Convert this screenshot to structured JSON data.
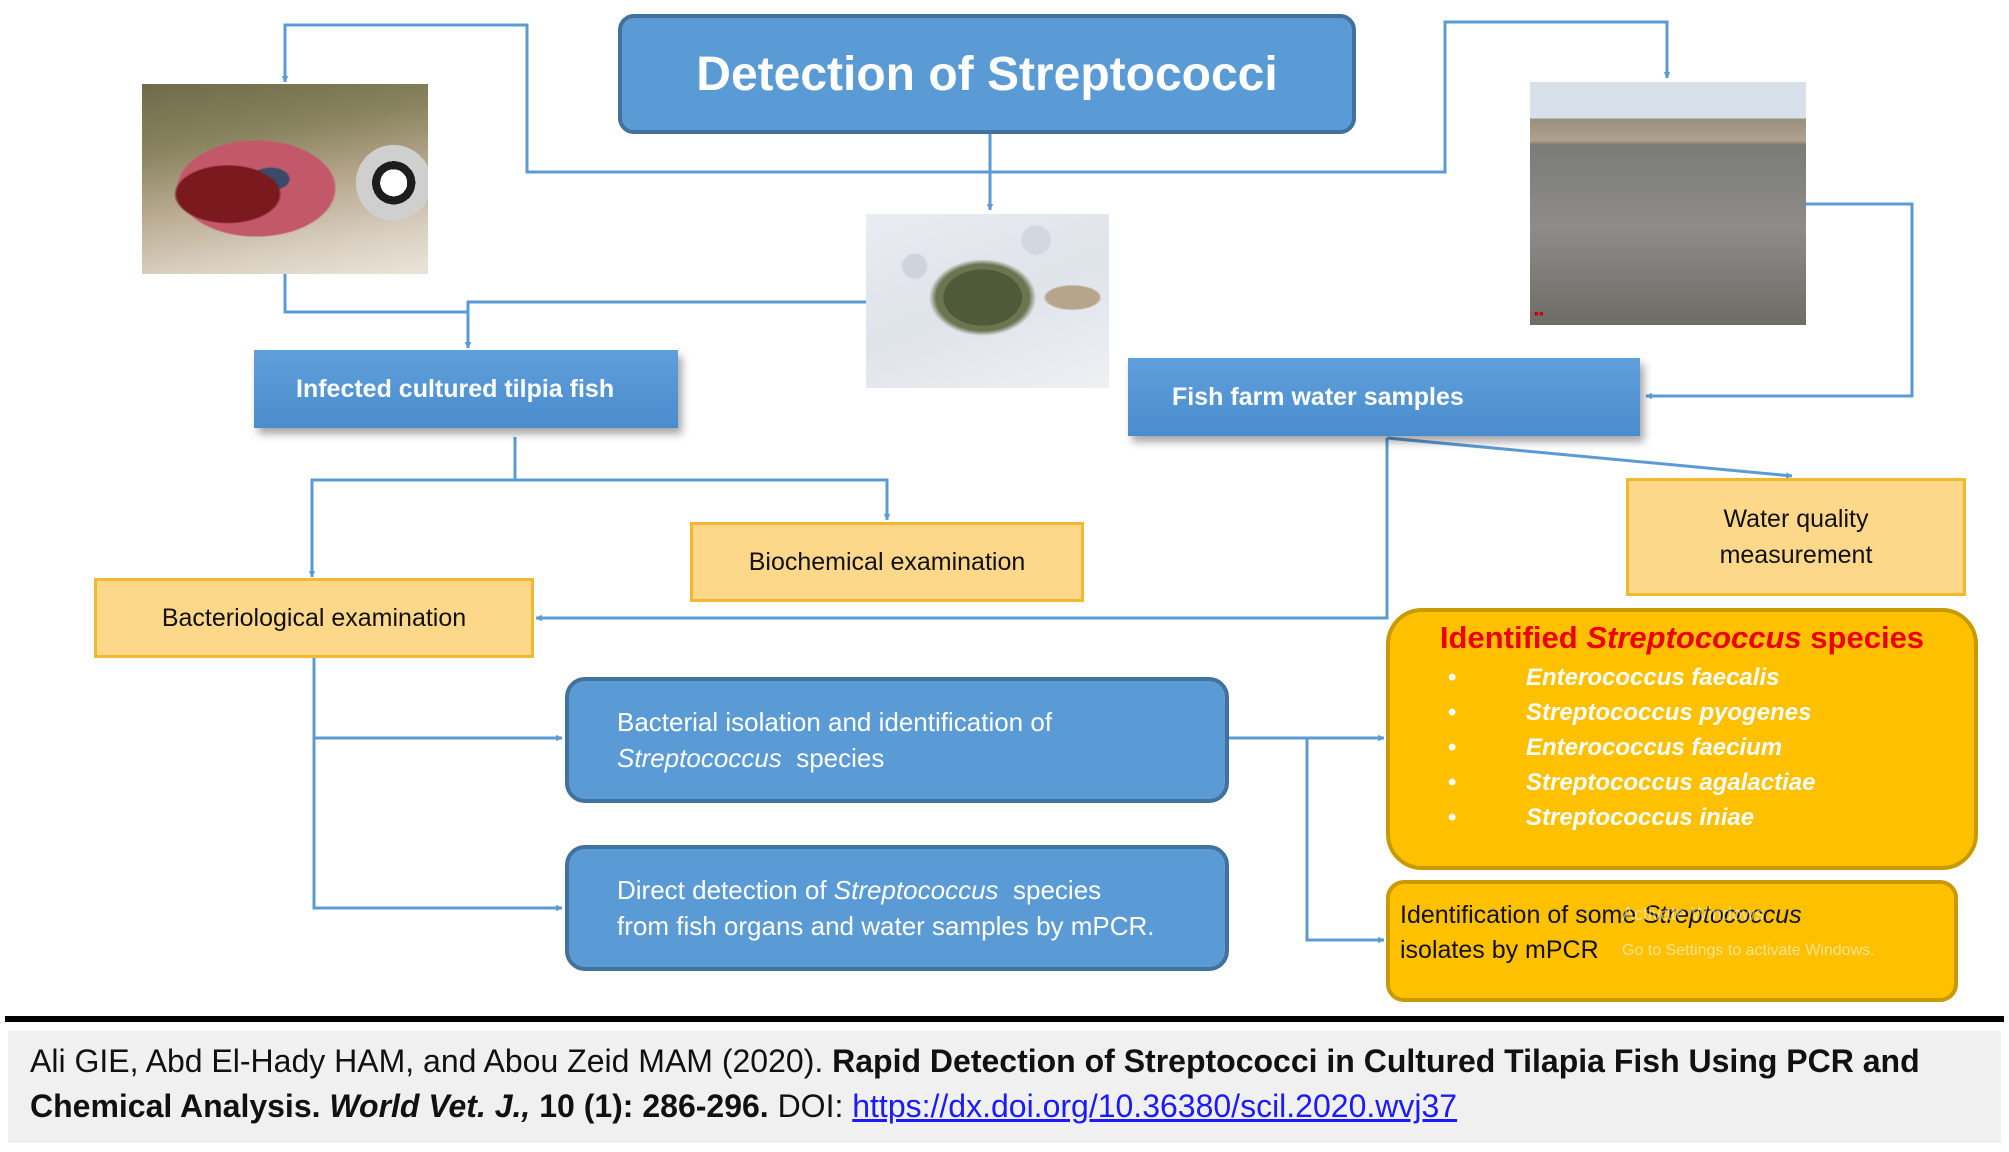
{
  "title": "Detection of Streptococci",
  "boxes": {
    "infected_fish": "Infected cultured tilpia fish",
    "water_samples": "Fish farm water samples",
    "water_quality": "Water quality measurement",
    "biochemical": "Biochemical examination",
    "bacteriological": "Bacteriological examination",
    "isolation_line1": "Bacterial isolation and identification of",
    "isolation_genus": "Streptococcus",
    "isolation_rest": "species",
    "direct_prefix": "Direct detection of",
    "direct_genus": "Streptococcus",
    "direct_rest": "species",
    "direct_line2": "from fish organs and water samples by mPCR.",
    "mpcr_prefix": "Identification of some",
    "mpcr_genus": "Streptococcus",
    "mpcr_line2": "isolates by mPCR"
  },
  "species_box": {
    "title_prefix": "Identified",
    "title_genus": "Streptococcus",
    "title_suffix": "species",
    "items": [
      "Enterococcus faecalis",
      "Streptococcus pyogenes",
      "Enterococcus faecium",
      "Streptococcus  agalactiae",
      "Streptococcus  iniae"
    ]
  },
  "watermark": {
    "line1": "Activate Windows",
    "line2": "Go to Settings to activate Windows."
  },
  "photos": {
    "fish_open": "infected-fish-photo",
    "fish_small": "tilapia-fish-photo",
    "pond": "fish-farm-pond-photo"
  },
  "citation": {
    "authors": "Ali GIE, Abd El-Hady HAM, and Abou Zeid MAM (2020).",
    "title": "Rapid Detection of Streptococci in Cultured Tilapia Fish Using PCR and",
    "title2": "Chemical Analysis.",
    "journal": "World Vet. J.,",
    "volume": "10 (1): 286-296.",
    "doi_label": "DOI:",
    "doi": "https://dx.doi.org/10.36380/scil.2020.wvj37"
  },
  "colors": {
    "blue": "#5b9bd5",
    "blue_border": "#41719c",
    "yellow": "#fdd78a",
    "gold": "#ffc000",
    "red": "#ee0000"
  }
}
